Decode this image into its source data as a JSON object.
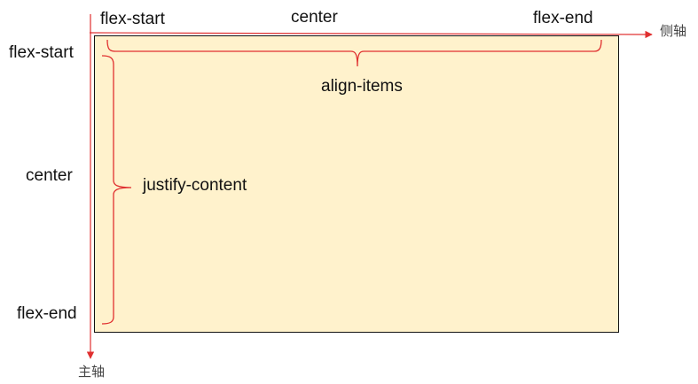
{
  "top_labels": {
    "start": "flex-start",
    "center": "center",
    "end": "flex-end"
  },
  "left_labels": {
    "start": "flex-start",
    "center": "center",
    "end": "flex-end"
  },
  "axes": {
    "horizontal": "侧轴",
    "vertical": "主轴"
  },
  "braces": {
    "horizontal": "align-items",
    "vertical": "justify-content"
  },
  "colors": {
    "box_fill": "#fff2cc",
    "box_border": "#111111",
    "axis": "#e03030",
    "brace": "#e03030"
  }
}
